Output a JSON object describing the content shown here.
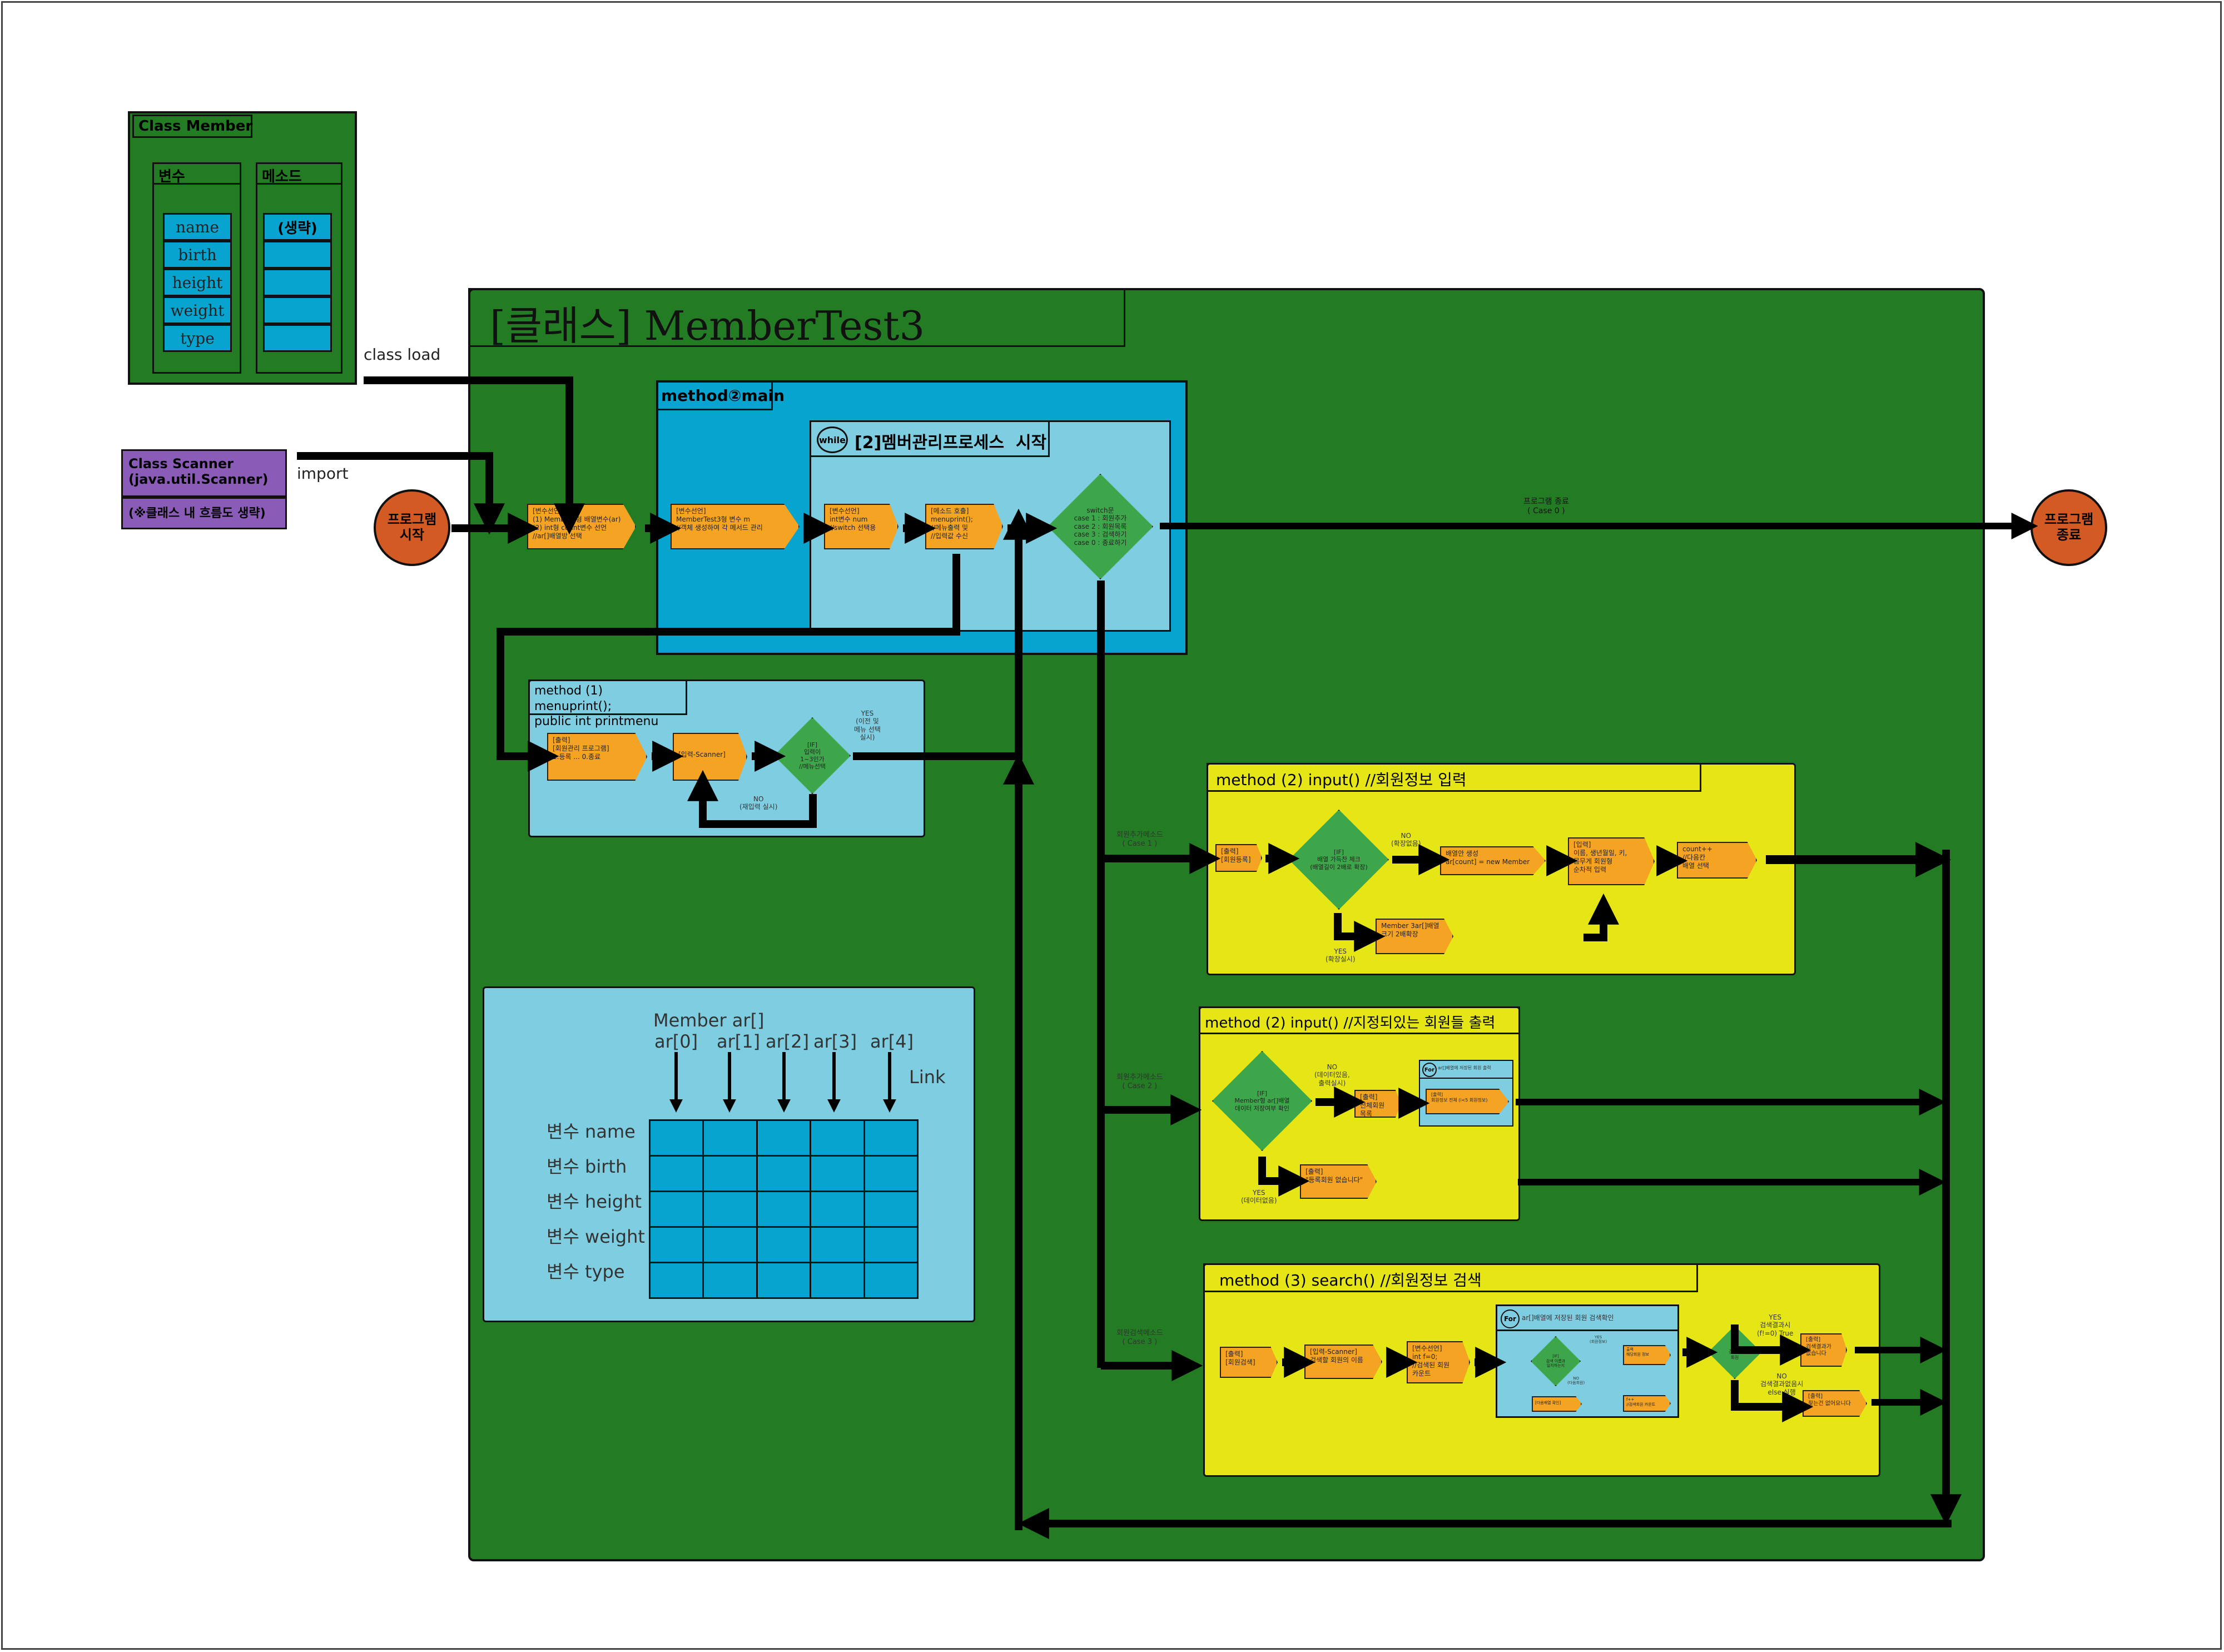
{
  "class_member": {
    "title": "Class Member",
    "vars_title": "변수",
    "methods_title": "메소드",
    "fields": [
      "name",
      "birth",
      "height",
      "weight",
      "type"
    ],
    "methods_first": "(생략)"
  },
  "class_scanner": {
    "title": "Class Scanner\n(java.util.Scanner)",
    "note": "(※클래스 내 흐름도 생략)"
  },
  "labels": {
    "class_load": "class load",
    "import": "import",
    "program_end_note": "프로그램 종료\n( Case 0 )",
    "case1": "회원추가메소드\n( Case 1 )",
    "case2": "회원추가메소드\n( Case 2 )",
    "case3": "회원검색메소드\n( Case 3 )"
  },
  "start_label": "프로그램\n시작",
  "end_label": "프로그램\n종료",
  "membertest": {
    "title": "[클래스] MemberTest3"
  },
  "main": {
    "title": "method②main",
    "loop_badge": "while",
    "loop_title": "[2]멤버관리프로세스  시작"
  },
  "nodes": {
    "decl1": "[변수선언]\n(1) Member3형 배열변수(ar)\n(2) int형 count변수 선언\n//ar[]배열방 선택",
    "decl2": "[변수선언]\nMemberTest3형 변수 m\n//객체 생성하여 각 메서드 관리",
    "decl3": "[변수선언]\nint변수 num\n//switch 선택용",
    "call": "[메소드 호출]\nmenuprint();\n//메뉴출력 및\n//입력값 수신",
    "switch": "switch문\ncase 1 : 회원추가\ncase 2 : 회원목록\ncase 3 : 검색하기\ncase 0 : 종료하기"
  },
  "menu": {
    "title": "method (1) menuprint();\npublic int printmenu",
    "out": "[출력]\n[회원관리 프로그램]\n1.등록 ... 0.종료",
    "in": "[입력-Scanner]",
    "diamond": "[IF]\n입력이\n1~3인가\n//메뉴선택",
    "yes": "YES\n(이전 및\n메뉴 선택\n실시)",
    "no": "NO\n(재입력 실시)"
  },
  "input": {
    "title": "method (2) input() //회원정보 입력",
    "out": "[출력]\n[회원등록]",
    "diamond": "[IF]\n배열 가득찬 체크\n(배열길이 2배로 확장)",
    "no": "NO\n(확장없음)",
    "create": "배열안 생성\nar[count] = new Member",
    "read": "[입력]\n이름, 생년월일, 키,\n몸무게 회원형\n순차적 입력",
    "count": "count++\n//다음칸\n배열 선택",
    "yes": "YES\n(확장실시)",
    "expand": "Member 3ar[]배열\n크기 2배확장"
  },
  "list": {
    "title": "method (2) input() //지정되있는 회원들 출력",
    "diamond": "[IF]\nMember형 ar[]배열\n데이터 저장여부 확인",
    "no": "NO\n(데이터있음,\n출력실시)",
    "out": "[출력]\n전체회원목록",
    "for_badge": "For",
    "for_title": "ar[]배열에 저장된 회원 출력",
    "for_out": "[출력]\n회원정보 전체 (i<5 회원정보)",
    "yes": "YES\n(데이터없음)",
    "empty": "[출력]\n\"등록회원 없습니다\""
  },
  "search": {
    "title": "method (3) search() //회원정보 검색",
    "out": "[출력]\n[회원검색]",
    "in": "[입력-Scanner]\n검색할 회원의 이름",
    "decl": "[변수선언]\nint f=0;\n//검색된 회원\n카운트",
    "for_badge": "For",
    "for_title": "ar[]배열에 저장된 회원 검색확인",
    "inner_diamond": "[IF]\n검색 이름과\n일치하는지",
    "inner_yes": "YES\n(회원정보)",
    "inner_no": "NO\n(다음회원)",
    "inner_out": "출력\n해당회원 정보",
    "inner_f": "f++\n//검색회원 카운트",
    "inner_next": "[다음배열 확인]",
    "diamond": "[IF]\n검색된\n회원",
    "yes": "YES\n검색결과시\n(f!=0) True",
    "no": "NO\n검색결과없음시\nelse 실행",
    "found": "[출력]\n검색결과가\n없습니다",
    "notfound": "[출력]\n찾는건 없어요니다"
  },
  "array": {
    "header": "Member ar[]",
    "indices": [
      "ar[0]",
      "ar[1]",
      "ar[2]",
      "ar[3]",
      "ar[4]"
    ],
    "link": "Link",
    "rows": [
      "변수 name",
      "변수 birth",
      "변수 height",
      "변수 weight",
      "변수 type"
    ]
  }
}
